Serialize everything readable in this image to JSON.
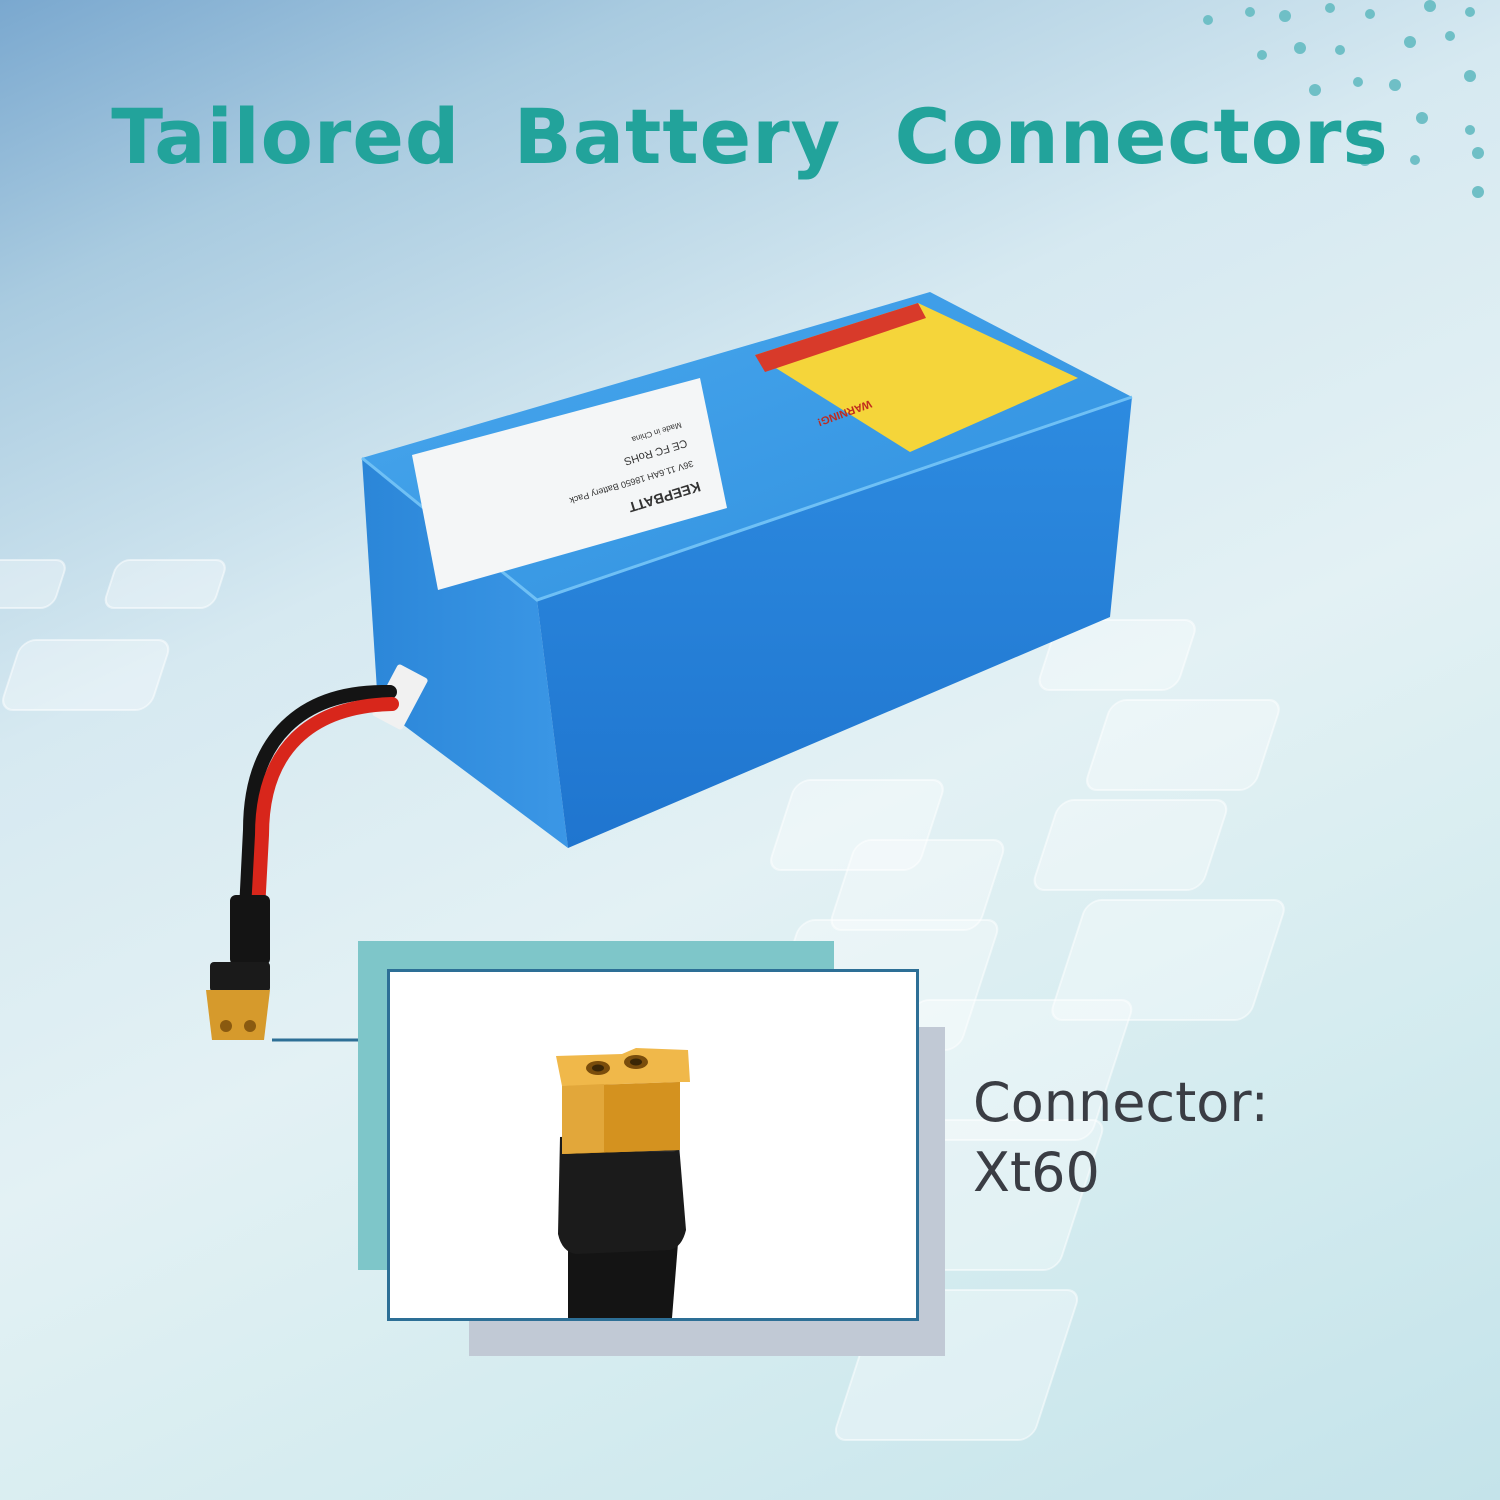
{
  "headline": "Tailored Battery Connectors",
  "product": {
    "brand": "KEEPBATT",
    "spec": "36V 11.6AH 18650 Battery Pack",
    "certifications": "CE FC RoHS",
    "origin": "Made in China",
    "warning": "WARNING!",
    "colors": {
      "case": "#2f8fde",
      "label": "#ffffff",
      "warning_label": "#f5d53a",
      "cable_red": "#d8261b",
      "cable_black": "#141414",
      "connector": "#d69a2c"
    }
  },
  "callout": {
    "label": "Connector:",
    "value": "Xt60"
  },
  "colors": {
    "title": "#22a39b",
    "callout_text": "#3a3d44",
    "panel_border": "#2d6f96"
  }
}
